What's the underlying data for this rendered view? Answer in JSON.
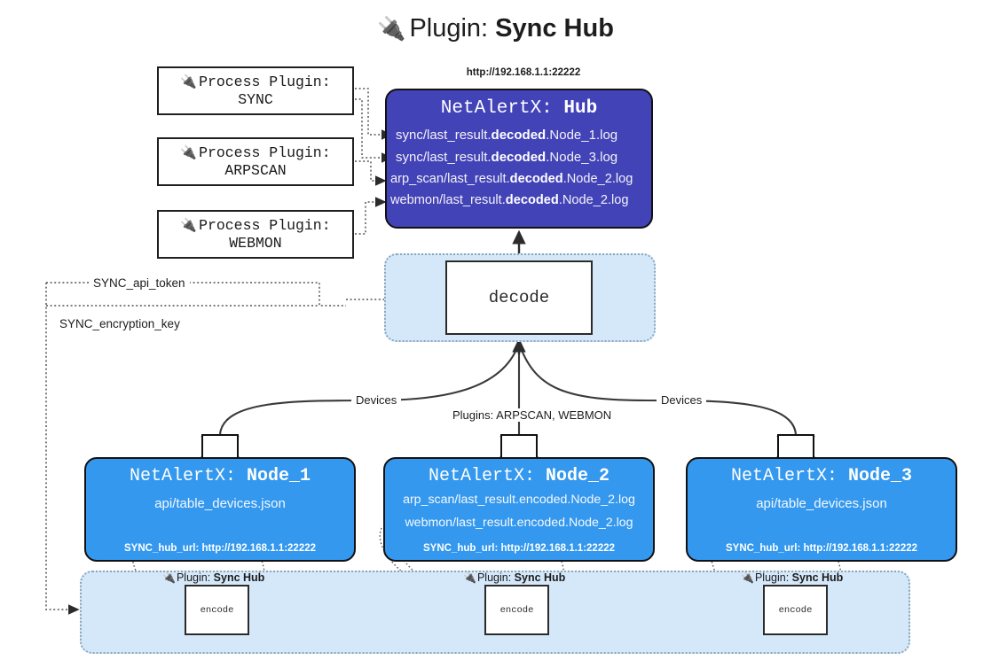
{
  "title": {
    "icon": "plug-icon",
    "glyph": "🔌",
    "label": "Plugin:",
    "value": "Sync Hub"
  },
  "process_plugins": [
    {
      "glyph": "🔌",
      "label": "Process Plugin:",
      "name": "SYNC"
    },
    {
      "glyph": "🔌",
      "label": "Process Plugin:",
      "name": "ARPSCAN"
    },
    {
      "glyph": "🔌",
      "label": "Process Plugin:",
      "name": "WEBMON"
    }
  ],
  "hub": {
    "url": "http://192.168.1.1:22222",
    "title_prefix": "NetAlertX:",
    "title_name": "Hub",
    "lines": [
      {
        "pre": "sync/last_result.",
        "em": "decoded",
        "post": ".Node_1.log"
      },
      {
        "pre": "sync/last_result.",
        "em": "decoded",
        "post": ".Node_3.log"
      },
      {
        "pre": "arp_scan/last_result.",
        "em": "decoded",
        "post": ".Node_2.log"
      },
      {
        "pre": "webmon/last_result.",
        "em": "decoded",
        "post": ".Node_2.log"
      }
    ]
  },
  "decode": {
    "label": "decode"
  },
  "secrets": [
    {
      "label": "SYNC_api_token"
    },
    {
      "label": "SYNC_encryption_key"
    }
  ],
  "edge_labels": {
    "devices_left": "Devices",
    "devices_right": "Devices",
    "plugins_center": "Plugins: ARPSCAN, WEBMON"
  },
  "nodes": [
    {
      "title_prefix": "NetAlertX:",
      "title_name": "Node_1",
      "lines": [
        "api/table_devices.json"
      ],
      "hub_url": "SYNC_hub_url: http://192.168.1.1:22222",
      "plugin_label": "Plugin:",
      "plugin_value": "Sync Hub",
      "plugin_glyph": "🔌",
      "encode_label": "encode",
      "envelope_icon": "envelope-icon"
    },
    {
      "title_prefix": "NetAlertX:",
      "title_name": "Node_2",
      "lines": [
        "arp_scan/last_result.encoded.Node_2.log",
        "webmon/last_result.encoded.Node_2.log"
      ],
      "hub_url": "SYNC_hub_url: http://192.168.1.1:22222",
      "plugin_label": "Plugin:",
      "plugin_value": "Sync Hub",
      "plugin_glyph": "🔌",
      "encode_label": "encode",
      "envelope_icon": "envelope-icon"
    },
    {
      "title_prefix": "NetAlertX:",
      "title_name": "Node_3",
      "lines": [
        "api/table_devices.json"
      ],
      "hub_url": "SYNC_hub_url: http://192.168.1.1:22222",
      "plugin_label": "Plugin:",
      "plugin_value": "Sync Hub",
      "plugin_glyph": "🔌",
      "encode_label": "encode",
      "envelope_icon": "envelope-icon"
    }
  ],
  "colors": {
    "hub_fill": "#4343b8",
    "node_fill": "#3498ee",
    "container_fill": "#d5e8f9",
    "container_border": "#8aa6bd",
    "stroke": "#111111",
    "text_dark": "#1d1d1d"
  }
}
